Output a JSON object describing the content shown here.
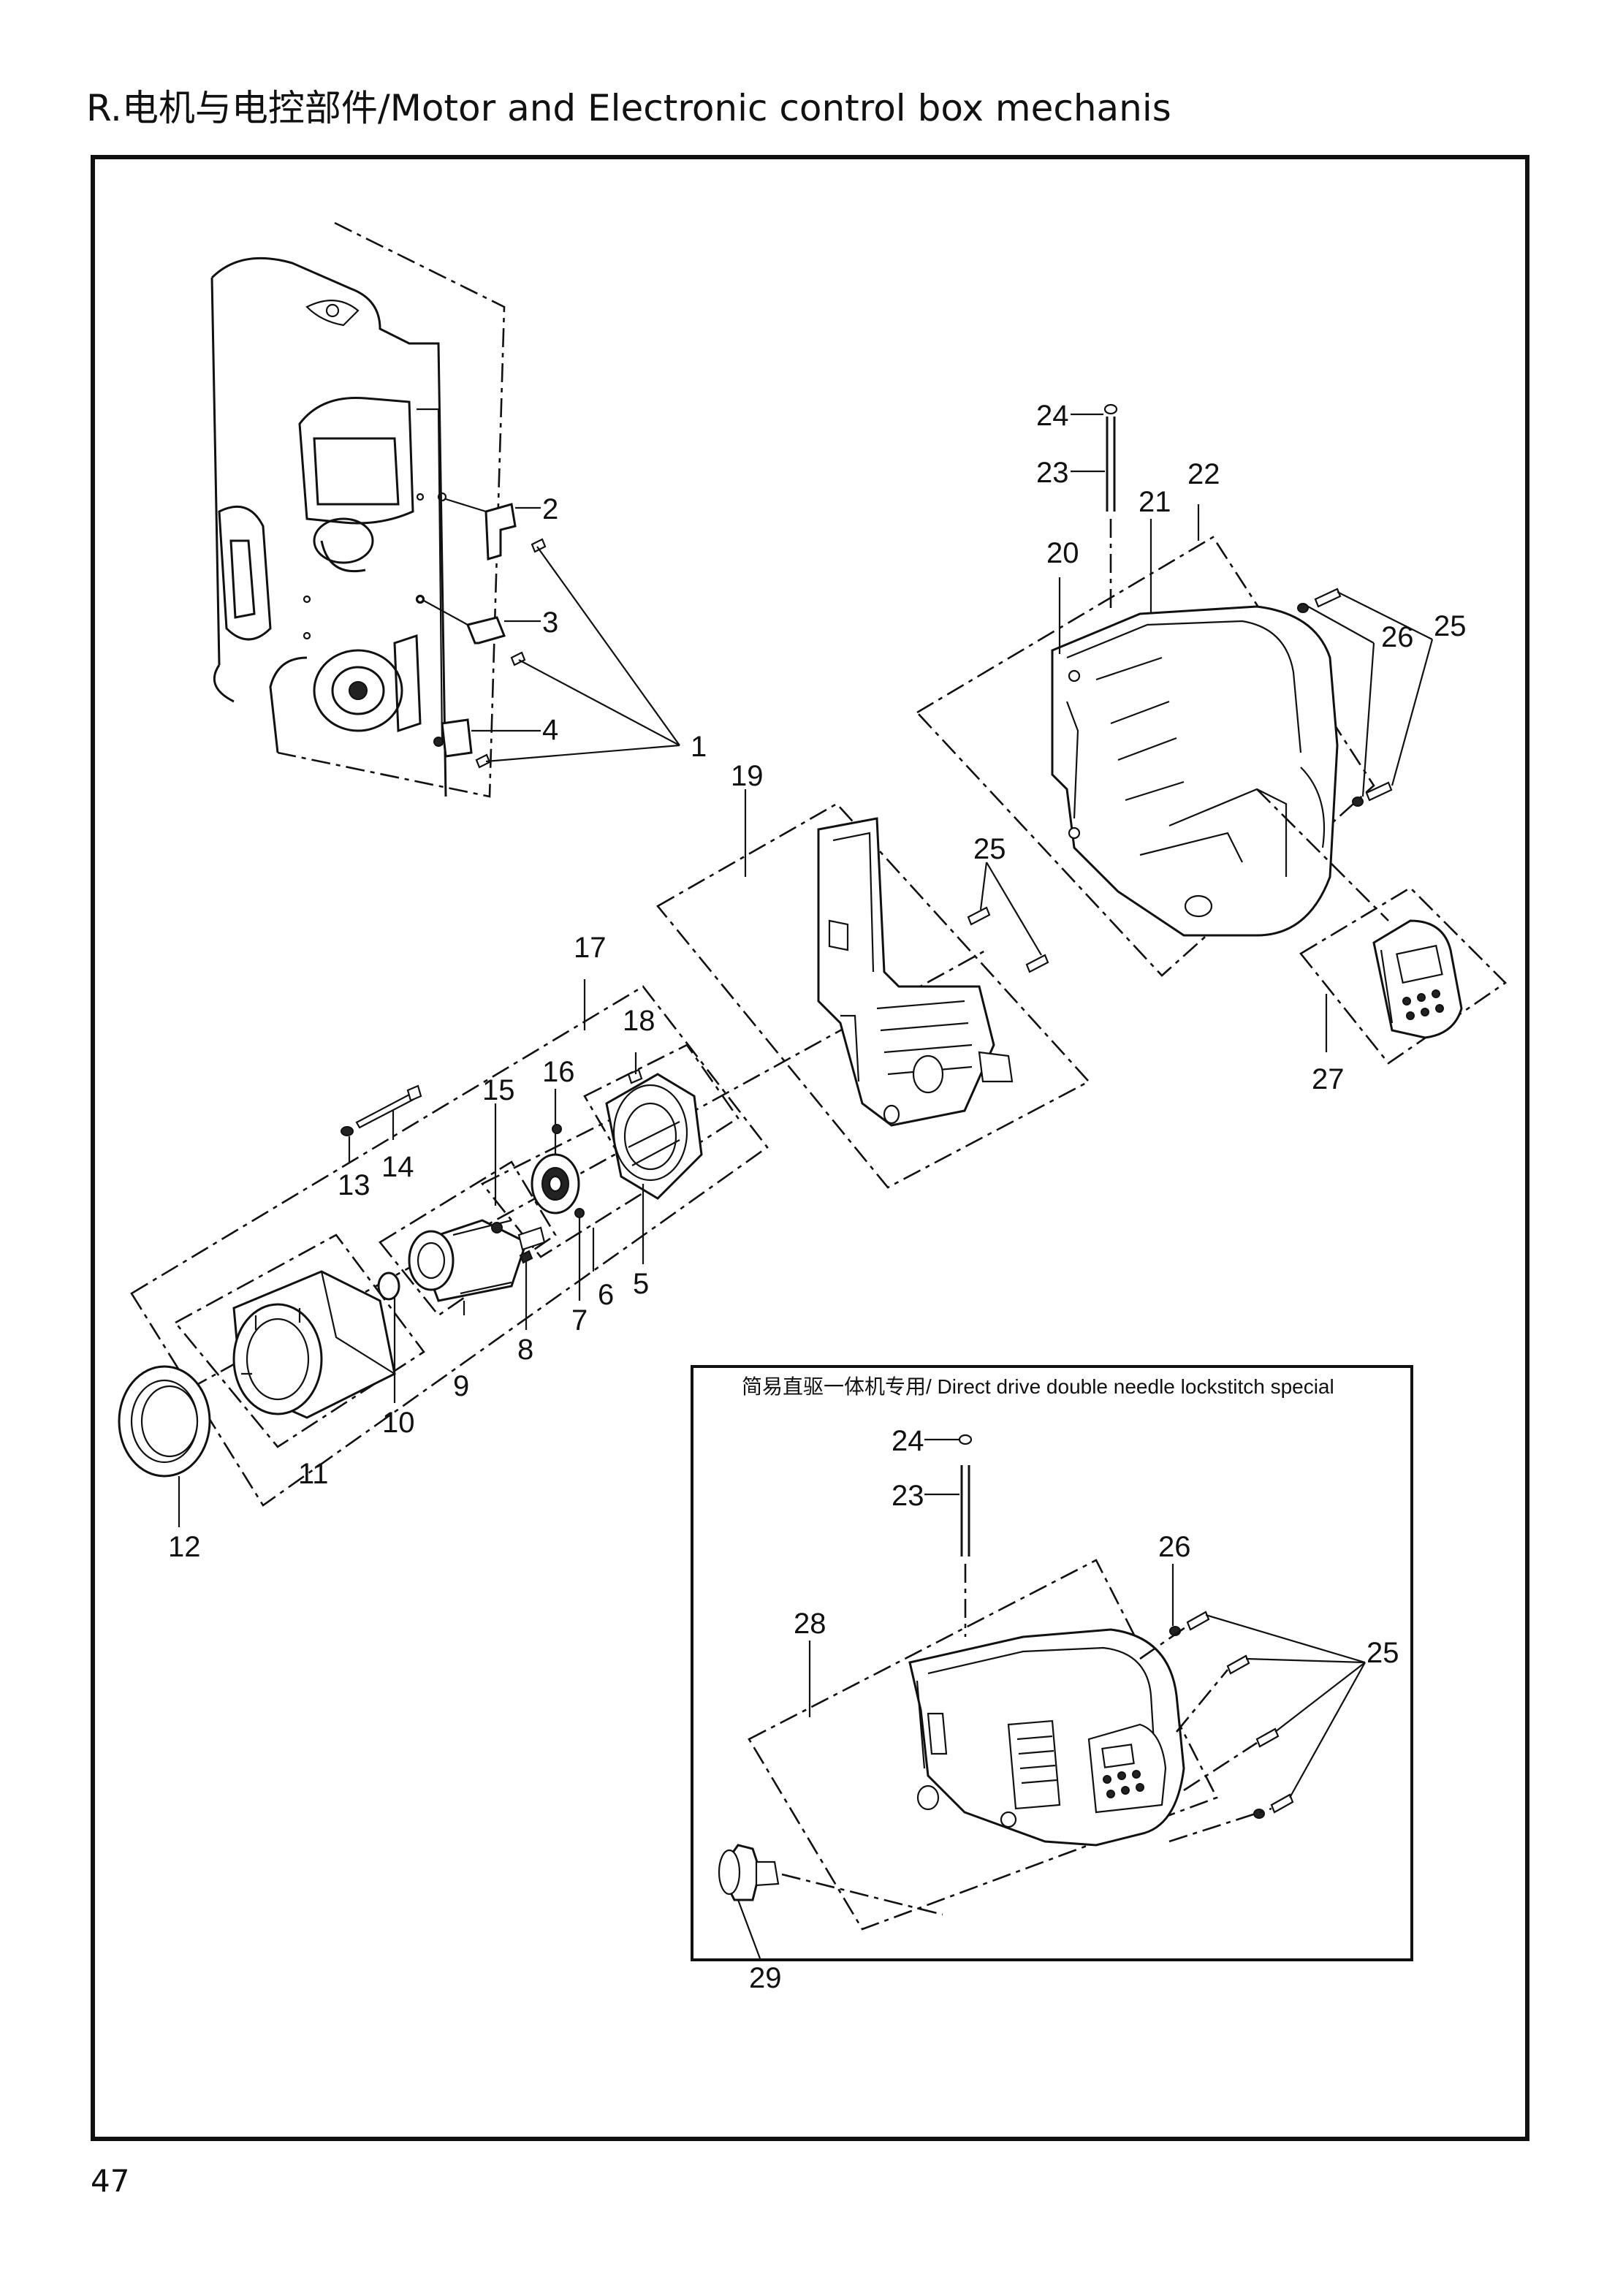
{
  "header": {
    "title": "R.电机与电控部件/Motor and Electronic control box mechanis"
  },
  "inset": {
    "title": "简易直驱一体机专用/ Direct drive double needle lockstitch special"
  },
  "footer": {
    "page_number": "47"
  },
  "callouts": {
    "c1": "1",
    "c2": "2",
    "c3": "3",
    "c4": "4",
    "c5": "5",
    "c6": "6",
    "c7": "7",
    "c8": "8",
    "c9": "9",
    "c10": "10",
    "c11": "11",
    "c12": "12",
    "c13": "13",
    "c14": "14",
    "c15": "15",
    "c16": "16",
    "c17": "17",
    "c18": "18",
    "c19": "19",
    "c20": "20",
    "c21": "21",
    "c22": "22",
    "c23": "23",
    "c24": "24",
    "c25": "25",
    "c26": "26",
    "c27": "27"
  },
  "inset_callouts": {
    "c23": "23",
    "c24": "24",
    "c25": "25",
    "c26": "26",
    "c28": "28",
    "c29": "29"
  }
}
